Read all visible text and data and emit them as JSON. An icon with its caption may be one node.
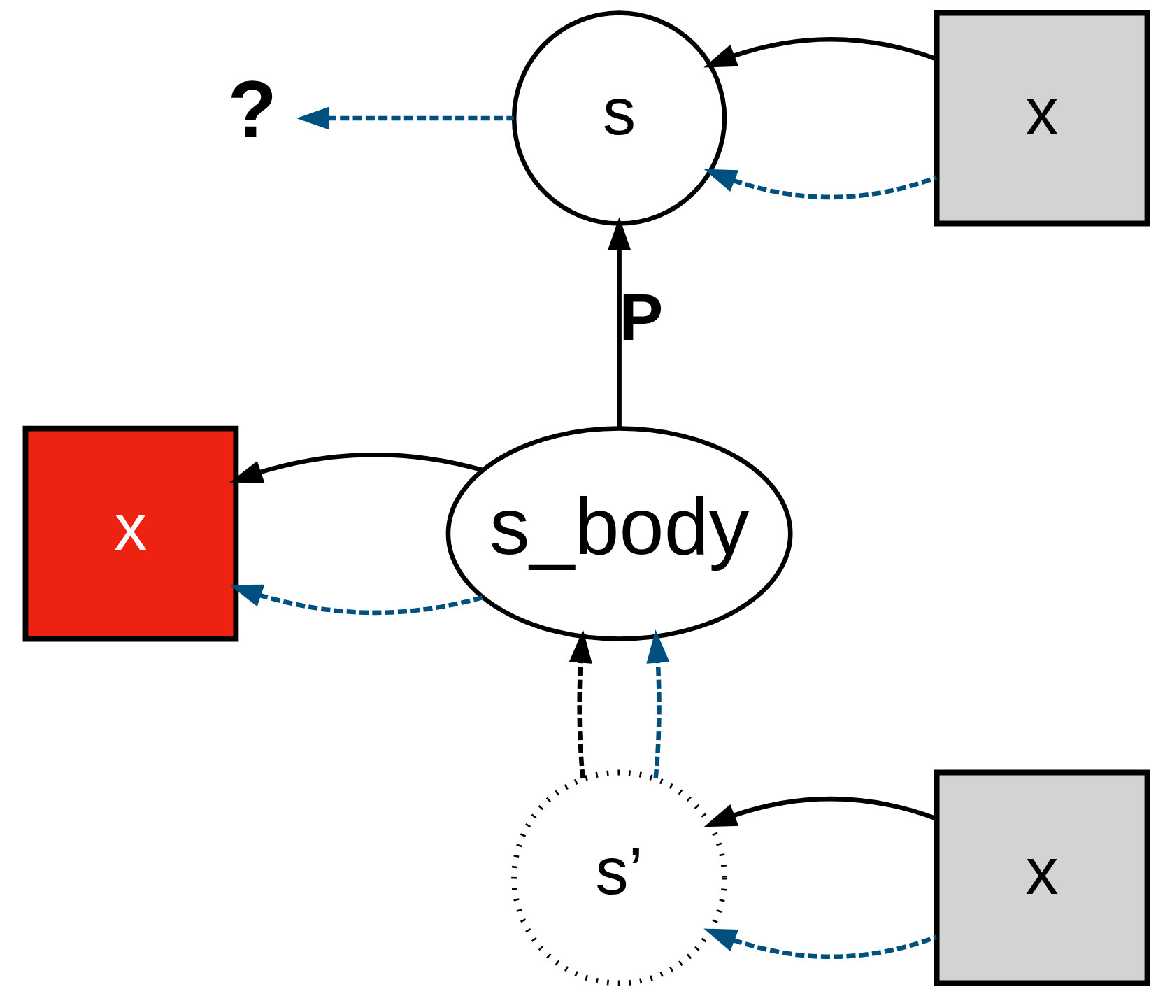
{
  "diagram": {
    "nodes": [
      {
        "text": [
          "?"
        ]
      },
      {
        "text": [
          "s"
        ]
      },
      {
        "text": [
          "x"
        ]
      },
      {
        "text": [
          "x"
        ]
      },
      {
        "text": [
          "s_body"
        ]
      },
      {
        "text": [
          "s’"
        ]
      },
      {
        "text": [
          "x"
        ]
      }
    ],
    "edges": [
      {
        "from": 2,
        "to": 1,
        "arrow": "to"
      },
      {
        "from": 4,
        "to": 1,
        "arrow": "to",
        "label": "P"
      },
      {
        "from": 4,
        "to": 3,
        "arrow": "to"
      },
      {
        "from": 5,
        "to": 4,
        "arrow": "to",
        "style": "dashed"
      },
      {
        "from": 6,
        "to": 5,
        "arrow": "to"
      },
      {
        "from": 1,
        "to": 0,
        "arrow": "to",
        "style": "dashed",
        "color": "#00507f"
      },
      {
        "from": 2,
        "to": 1,
        "arrow": "to",
        "style": "dashed",
        "color": "#00507f"
      },
      {
        "from": 4,
        "to": 3,
        "arrow": "to",
        "style": "dashed",
        "color": "#00507f"
      },
      {
        "from": 5,
        "to": 4,
        "arrow": "to",
        "style": "dashed",
        "color": "#00507f"
      },
      {
        "from": 6,
        "to": 5,
        "arrow": "to",
        "style": "dashed",
        "color": "#00507f"
      }
    ]
  }
}
